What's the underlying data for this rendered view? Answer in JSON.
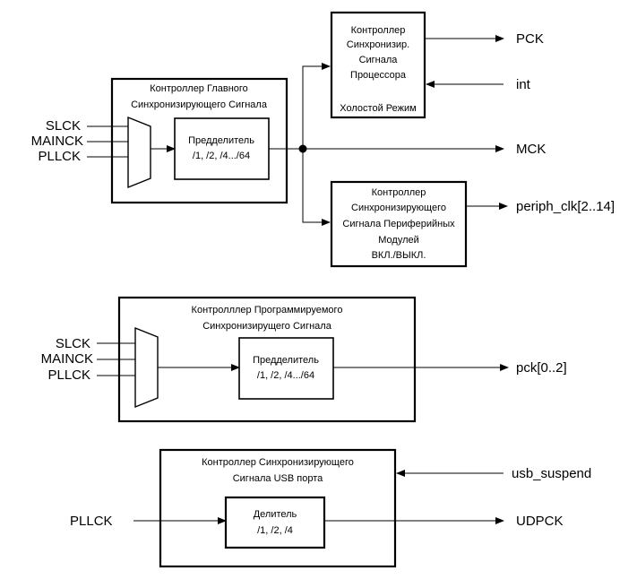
{
  "master": {
    "title": [
      "Контроллер Главного",
      "Синхронизирующего Сигнала"
    ],
    "prescaler": [
      "Предделитель",
      "/1, /2, /4.../64"
    ],
    "inputs": [
      "SLCK",
      "MAINCK",
      "PLLCK"
    ]
  },
  "processor": {
    "title": [
      "Контроллер",
      "Синхронизир.",
      "Сигнала",
      "Процессора"
    ],
    "idle": "Холостой Режим",
    "out": "PCK",
    "int": "int"
  },
  "mck": "MCK",
  "peripheral": {
    "title": [
      "Контроллер",
      "Синхронизирующего",
      "Сигнала Периферийных",
      "Модулей",
      "ВКЛ./ВЫКЛ."
    ],
    "out": "periph_clk[2..14]"
  },
  "programmable": {
    "title": [
      "Контролллер Программируемого",
      "Синхронизирущего Сигнала"
    ],
    "prescaler": [
      "Предделитель",
      "/1, /2, /4.../64"
    ],
    "inputs": [
      "SLCK",
      "MAINCK",
      "PLLCK"
    ],
    "out": "pck[0..2]"
  },
  "usb": {
    "title": [
      "Контроллер Синхронизирующего",
      "Сигнала USB порта"
    ],
    "divider": [
      "Делитель",
      "/1, /2, /4"
    ],
    "input": "PLLCK",
    "suspend": "usb_suspend",
    "out": "UDPCK"
  }
}
